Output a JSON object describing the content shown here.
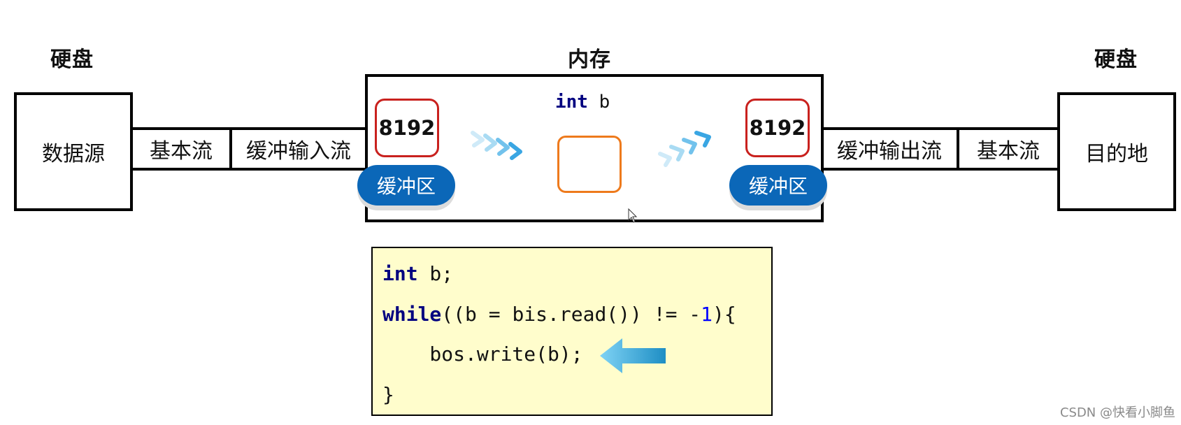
{
  "labels": {
    "disk_left": "硬盘",
    "memory": "内存",
    "disk_right": "硬盘"
  },
  "left_chain": {
    "source": "数据源",
    "basic_stream": "基本流",
    "buffered_input": "缓冲输入流"
  },
  "right_chain": {
    "buffered_output": "缓冲输出流",
    "basic_stream": "基本流",
    "destination": "目的地"
  },
  "memory": {
    "left_buffer_size": "8192",
    "left_buffer_label": "缓冲区",
    "right_buffer_size": "8192",
    "right_buffer_label": "缓冲区",
    "variable": {
      "type": "int",
      "name": "b"
    }
  },
  "code": {
    "line1": {
      "kw": "int",
      "rest": " b;"
    },
    "line2": {
      "kw": "while",
      "part1": "((b = bis.read()) != -",
      "number": "1",
      "part2": "){"
    },
    "line3": {
      "text": "    bos.write(b);"
    },
    "line4": {
      "text": "}"
    }
  },
  "watermark": "CSDN @快看小脚鱼",
  "colors": {
    "buffer_border": "#c9211e",
    "buffer_pill": "#0b67b8",
    "variable_border": "#ee7a1c",
    "code_background": "#fffdcc",
    "keyword": "#000080",
    "arrow": "#4db8e8"
  }
}
